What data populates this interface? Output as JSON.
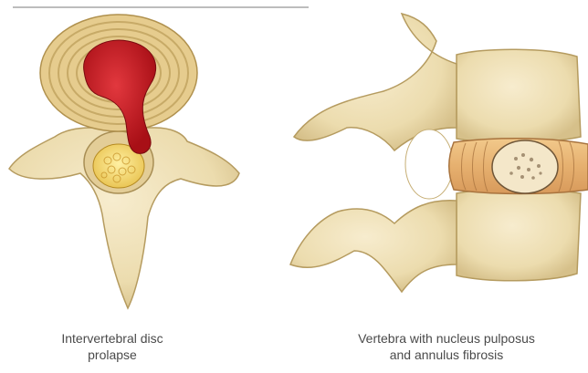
{
  "left_figure": {
    "caption_line1": "Intervertebral disc",
    "caption_line2": "prolapse"
  },
  "right_figure": {
    "caption_line1": "Vertebra with nucleus pulposus",
    "caption_line2": "and annulus fibrosis"
  },
  "colors": {
    "bone": "#efe0b6",
    "bone_shadow": "#d8c38f",
    "bone_outline": "#b59b5f",
    "disc_ring": "#e7cf93",
    "prolapse_red": "#c8151d",
    "nucleus_yellow": "#f1d46a",
    "annulus_orange": "#e9b77a"
  }
}
